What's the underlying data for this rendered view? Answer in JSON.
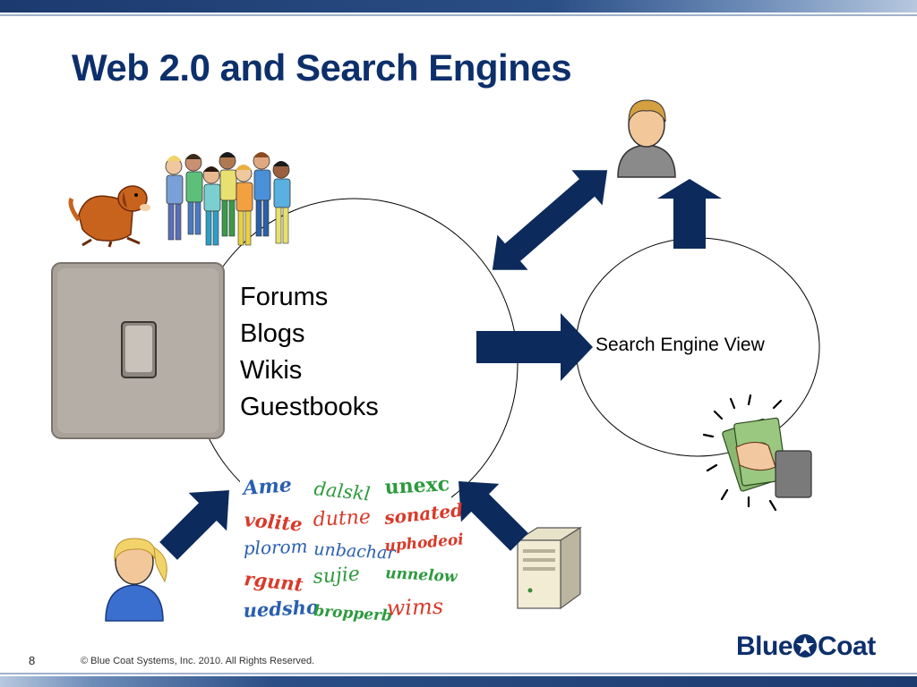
{
  "slide": {
    "title": "Web 2.0 and Search Engines",
    "page_number": "8",
    "copyright": "© Blue Coat Systems, Inc. 2010.  All Rights Reserved."
  },
  "content": {
    "list": [
      "Forums",
      "Blogs",
      "Wikis",
      "Guestbooks"
    ],
    "search_engine_label": "Search Engine View"
  },
  "captcha_words": [
    {
      "text": "Ame",
      "color": "#2a5fb0"
    },
    {
      "text": "dalskl",
      "color": "#2e9a3f"
    },
    {
      "text": "unexc",
      "color": "#2e9a3f"
    },
    {
      "text": "volite",
      "color": "#d83a2a"
    },
    {
      "text": "dutne",
      "color": "#d83a2a"
    },
    {
      "text": "sonated",
      "color": "#d83a2a"
    },
    {
      "text": "plorom",
      "color": "#2a5fb0"
    },
    {
      "text": "unbachar",
      "color": "#2a5fb0"
    },
    {
      "text": "uphodeoi",
      "color": "#d83a2a"
    },
    {
      "text": "rgunt",
      "color": "#d83a2a"
    },
    {
      "text": "sujie",
      "color": "#2e9a3f"
    },
    {
      "text": "unnelow",
      "color": "#2e9a3f"
    },
    {
      "text": "uedsho",
      "color": "#2a5fb0"
    },
    {
      "text": "bropperb",
      "color": "#2e9a3f"
    },
    {
      "text": "wims",
      "color": "#d83a2a"
    }
  ],
  "logo": {
    "left": "Blue",
    "right": "Coat"
  },
  "icons": [
    "dog-icon",
    "people-group-icon",
    "light-switch-icon",
    "man-user-icon",
    "woman-user-icon",
    "server-icon",
    "money-hand-icon",
    "arrow-icon",
    "blue-coat-star-icon"
  ],
  "colors": {
    "title": "#0d2f6b",
    "arrow": "#0d2a5c",
    "bar": "#1c3a6e"
  }
}
